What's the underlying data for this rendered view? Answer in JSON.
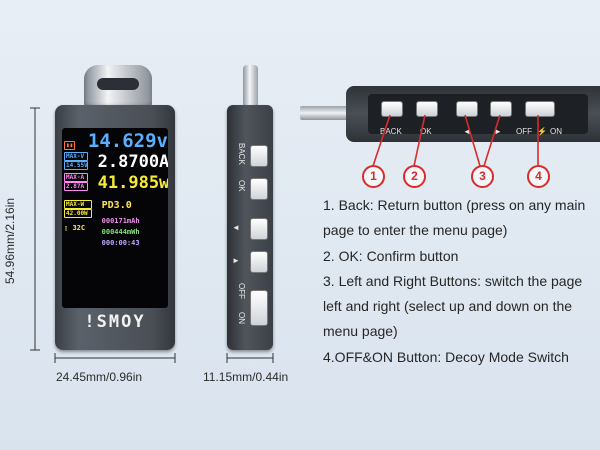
{
  "screen": {
    "voltage": "14.629v",
    "current": "2.8700A",
    "power": "41.985w",
    "max_v_label": "MAX-V",
    "max_v_value": "14.55V",
    "max_a_label": "MAX-A",
    "max_a_value": "2.87A",
    "max_w_label": "MAX-W",
    "max_w_value": "42.00W",
    "capacity": "000171mAh",
    "energy": "000444mWh",
    "timer": "000:00:43",
    "temperature": "32C",
    "protocol": "PD3.0"
  },
  "brand": "!SMOY",
  "side_labels": {
    "back": "BACK",
    "ok": "OK",
    "left_arrow": "◄",
    "right_arrow": "►",
    "off": "OFF",
    "on": "ON"
  },
  "strip_labels": {
    "back": "BACK",
    "ok": "OK",
    "left_arrow": "◄",
    "right_arrow": "►",
    "off": "OFF",
    "bolt": "⚡",
    "on": "ON"
  },
  "callouts": [
    "1",
    "2",
    "3",
    "4"
  ],
  "dimensions": {
    "height": "54.96mm/2.16in",
    "width": "24.45mm/0.96in",
    "thickness": "11.15mm/0.44in"
  },
  "instructions": [
    "1. Back: Return button (press on any main page to enter the menu page)",
    "2. OK: Confirm button",
    "3. Left and Right Buttons: switch the page left and right (select up and down on the menu page)",
    "4.OFF&ON Button: Decoy Mode Switch"
  ],
  "colors": {
    "voltage": "#5ab0ff",
    "current": "#ffffff",
    "power": "#f5ec3a",
    "callout": "#d92b2b",
    "capacity": "#f08cf0",
    "energy": "#86e07a",
    "timer": "#bfa8ff",
    "protocol": "#ffe35a"
  }
}
